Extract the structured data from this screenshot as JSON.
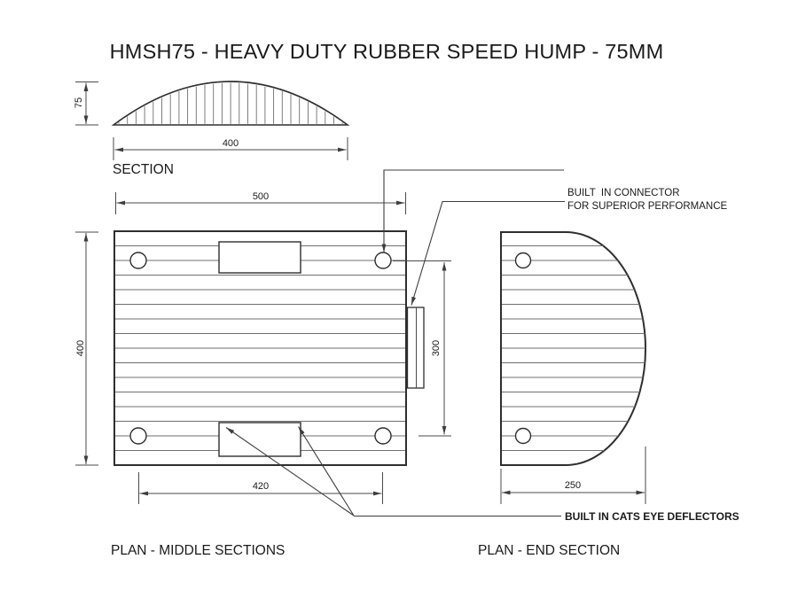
{
  "title": "HMSH75 - HEAVY DUTY RUBBER SPEED HUMP - 75MM",
  "section_view": {
    "label": "SECTION",
    "dims": {
      "height": "75",
      "width": "400"
    }
  },
  "plan_middle_view": {
    "label": "PLAN - MIDDLE SECTIONS",
    "dims": {
      "overall_width": "500",
      "overall_depth": "400",
      "hole_spacing": "420",
      "connector_height": "300"
    }
  },
  "plan_end_view": {
    "label": "PLAN - END SECTION",
    "dims": {
      "width": "250"
    }
  },
  "callouts": {
    "connector_line1": "BUILT  IN CONNECTOR",
    "connector_line2": "FOR SUPERIOR PERFORMANCE",
    "cats_eye": "BUILT IN CATS EYE DEFLECTORS"
  },
  "colors": {
    "line": "#2e2e2e",
    "rib": "#6f6f6f",
    "dimension": "#4a4a4a",
    "text": "#1a1a1a",
    "background": "#ffffff"
  }
}
